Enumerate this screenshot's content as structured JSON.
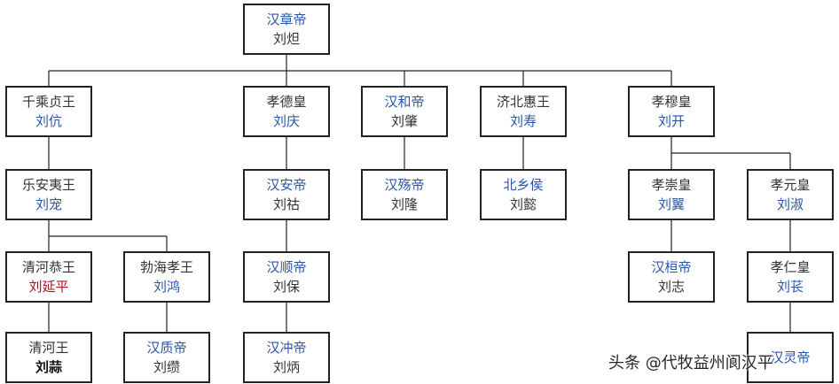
{
  "nodes": [
    {
      "id": "zhang",
      "title": "汉章帝",
      "name": "刘炟",
      "title_style": "blue",
      "name_style": "dark"
    },
    {
      "id": "kang",
      "title": "千乘贞王",
      "name": "刘伉",
      "title_style": "dark",
      "name_style": "blue"
    },
    {
      "id": "qing",
      "title": "孝德皇",
      "name": "刘庆",
      "title_style": "dark",
      "name_style": "blue"
    },
    {
      "id": "he",
      "title": "汉和帝",
      "name": "刘肇",
      "title_style": "blue",
      "name_style": "dark"
    },
    {
      "id": "shou",
      "title": "济北惠王",
      "name": "刘寿",
      "title_style": "dark",
      "name_style": "blue"
    },
    {
      "id": "kai",
      "title": "孝穆皇",
      "name": "刘开",
      "title_style": "dark",
      "name_style": "blue"
    },
    {
      "id": "chong",
      "title": "乐安夷王",
      "name": "刘宠",
      "title_style": "dark",
      "name_style": "blue"
    },
    {
      "id": "an",
      "title": "汉安帝",
      "name": "刘祜",
      "title_style": "blue",
      "name_style": "dark"
    },
    {
      "id": "shang",
      "title": "汉殇帝",
      "name": "刘隆",
      "title_style": "blue",
      "name_style": "dark"
    },
    {
      "id": "beixiang",
      "title": "北乡侯",
      "name": "刘懿",
      "title_style": "blue",
      "name_style": "dark"
    },
    {
      "id": "yi",
      "title": "孝崇皇",
      "name": "刘翼",
      "title_style": "dark",
      "name_style": "blue"
    },
    {
      "id": "shu",
      "title": "孝元皇",
      "name": "刘淑",
      "title_style": "dark",
      "name_style": "blue"
    },
    {
      "id": "yanping",
      "title": "清河恭王",
      "name": "刘延平",
      "title_style": "dark",
      "name_style": "red"
    },
    {
      "id": "hong",
      "title": "勃海孝王",
      "name": "刘鸿",
      "title_style": "dark",
      "name_style": "blue"
    },
    {
      "id": "shun",
      "title": "汉顺帝",
      "name": "刘保",
      "title_style": "blue",
      "name_style": "dark"
    },
    {
      "id": "huan",
      "title": "汉桓帝",
      "name": "刘志",
      "title_style": "blue",
      "name_style": "dark"
    },
    {
      "id": "chang",
      "title": "孝仁皇",
      "name": "刘苌",
      "title_style": "dark",
      "name_style": "blue"
    },
    {
      "id": "suan",
      "title": "清河王",
      "name": "刘蒜",
      "title_style": "dark",
      "name_style": "strong"
    },
    {
      "id": "zhi",
      "title": "汉质帝",
      "name": "刘缵",
      "title_style": "blue",
      "name_style": "dark"
    },
    {
      "id": "chongdi",
      "title": "汉冲帝",
      "name": "刘炳",
      "title_style": "blue",
      "name_style": "dark"
    },
    {
      "id": "ling",
      "title": "汉灵帝",
      "name": "",
      "title_style": "blue",
      "name_style": "dark"
    }
  ],
  "edges": [
    [
      "zhang",
      "kang"
    ],
    [
      "zhang",
      "qing"
    ],
    [
      "zhang",
      "he"
    ],
    [
      "zhang",
      "shou"
    ],
    [
      "zhang",
      "kai"
    ],
    [
      "kang",
      "chong"
    ],
    [
      "qing",
      "an"
    ],
    [
      "he",
      "shang"
    ],
    [
      "shou",
      "beixiang"
    ],
    [
      "kai",
      "yi"
    ],
    [
      "kai",
      "shu"
    ],
    [
      "chong",
      "yanping"
    ],
    [
      "chong",
      "hong"
    ],
    [
      "an",
      "shun"
    ],
    [
      "yi",
      "huan"
    ],
    [
      "shu",
      "chang"
    ],
    [
      "yanping",
      "suan"
    ],
    [
      "hong",
      "zhi"
    ],
    [
      "shun",
      "chongdi"
    ],
    [
      "chang",
      "ling"
    ]
  ],
  "watermark": "头条 @代牧益州阆汉平",
  "colors": {
    "line": "#222222",
    "border": "#222222",
    "blue": "#2a56a8",
    "dark": "#333333",
    "red": "#a3161f"
  }
}
